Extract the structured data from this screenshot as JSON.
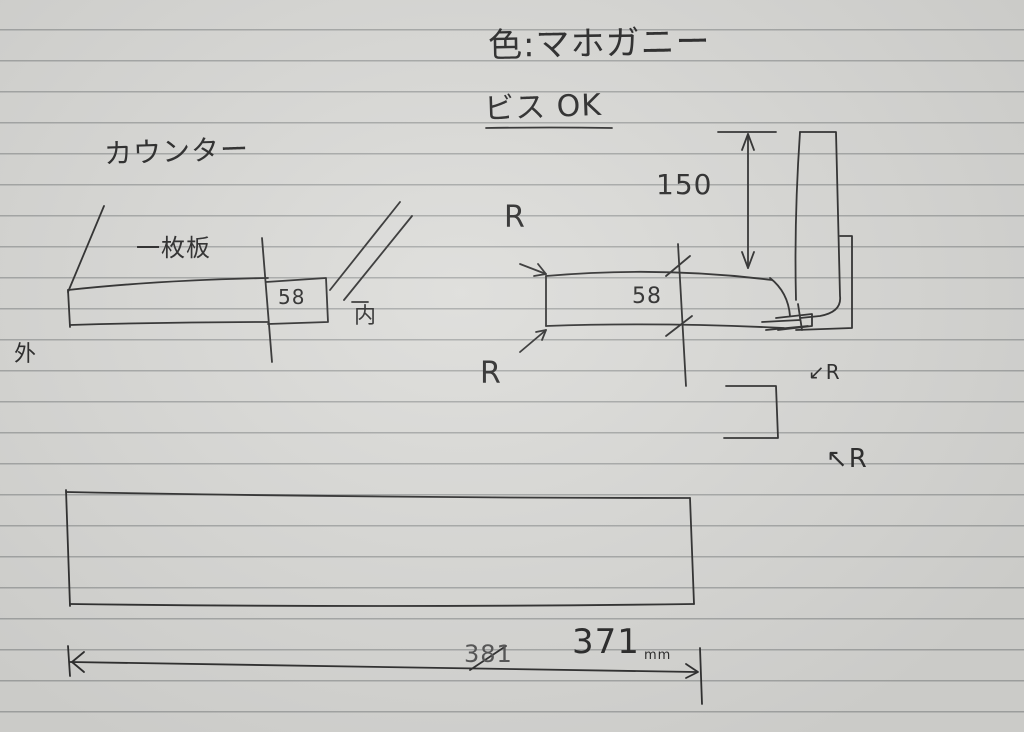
{
  "notes": {
    "color_note": "色:マホガニー",
    "screw_note": "ビス OK",
    "counter_label": "カウンター",
    "board_label": "一枚板",
    "thickness_left": "58",
    "inner_label": "内",
    "outer_label": "外",
    "radius_top": "R",
    "radius_bottom": "R",
    "thickness_right": "58",
    "height_dim": "150",
    "radius_small_top": "↙R",
    "radius_small_bottom": "↖R",
    "crossed_length": "381",
    "length_value": "371",
    "length_unit": "mm"
  },
  "colors": {
    "pencil": "#2a2a2a",
    "paper": "#dcdcd9",
    "rule_line": "#a8aaa9"
  }
}
